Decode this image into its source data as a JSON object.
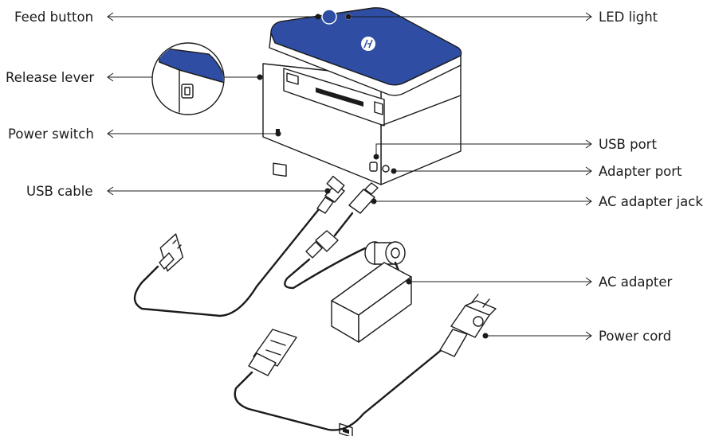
{
  "diagram": {
    "labels": {
      "feed_button": "Feed button",
      "release_lever": "Release lever",
      "power_switch": "Power switch",
      "usb_cable": "USB cable",
      "led_light": "LED light",
      "usb_port": "USB port",
      "adapter_port": "Adapter port",
      "ac_adapter_jack": "AC adapter jack",
      "ac_adapter": "AC adapter",
      "power_cord": "Power cord"
    },
    "colors": {
      "printer_lid": "#2f4ea3",
      "line_art": "#1b1b1b",
      "background": "#ffffff"
    },
    "icons": {
      "brand_logo": "hp-logo-icon"
    }
  }
}
